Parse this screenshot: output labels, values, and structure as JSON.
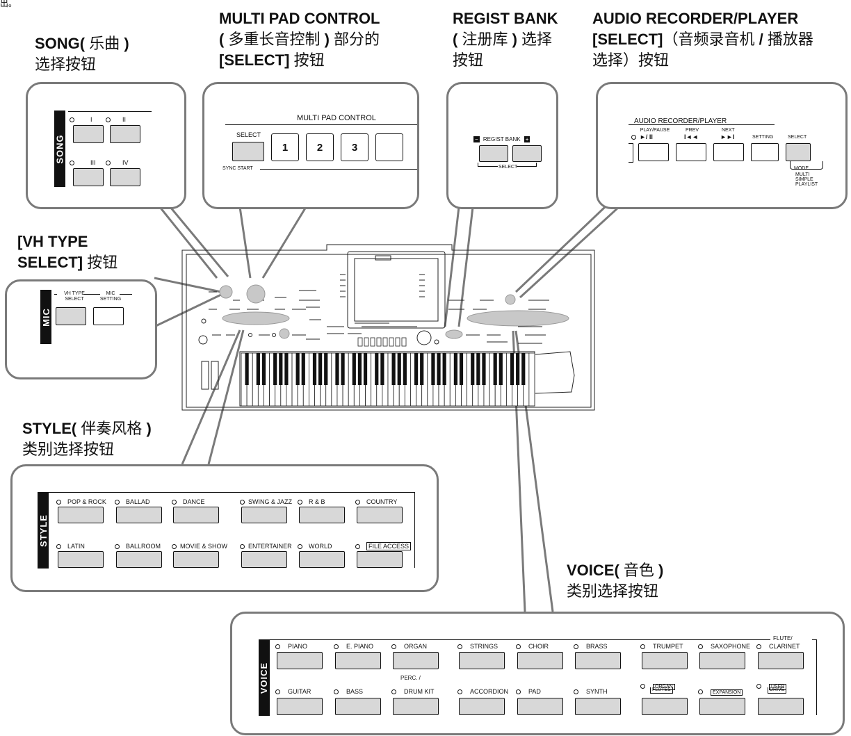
{
  "top_fragment": "出。",
  "captions": {
    "song": {
      "bold": "SONG(",
      "rest": " 乐曲 ",
      "bold2": ")",
      "line2": "选择按钮"
    },
    "multipad": {
      "line1": "MULTI PAD CONTROL",
      "line2_bold": "(",
      "line2_rest": " 多重长音控制 ",
      "line2_bold2": ")",
      "line2_tail": " 部分的",
      "line3_bold": "[SELECT]",
      "line3_rest": " 按钮"
    },
    "regist": {
      "line1": "REGIST BANK",
      "line2_bold": "(",
      "line2_rest": " 注册库 ",
      "line2_bold2": ")",
      "line2_tail": " 选择",
      "line3": "按钮"
    },
    "audio": {
      "line1": "AUDIO RECORDER/PLAYER",
      "line2_bold": "[SELECT]",
      "line2_rest": "（音频录音机 ",
      "line2_bold2": "/",
      "line2_tail": " 播放器",
      "line3": "选择）按钮"
    },
    "vh": {
      "line1": "[VH TYPE",
      "line2_bold": "SELECT]",
      "line2_rest": " 按钮"
    },
    "style": {
      "bold": "STYLE(",
      "rest": " 伴奏风格 ",
      "bold2": ")",
      "line2": "类别选择按钮"
    },
    "voice": {
      "bold": "VOICE(",
      "rest": " 音色 ",
      "bold2": ")",
      "line2": "类别选择按钮"
    }
  },
  "song_panel": {
    "tag": "SONG",
    "labels": [
      "I",
      "II",
      "III",
      "IV"
    ]
  },
  "multipad_panel": {
    "title": "MULTI PAD CONTROL",
    "select": "SELECT",
    "sync": "SYNC START",
    "pads": [
      "1",
      "2",
      "3"
    ]
  },
  "regist_panel": {
    "title": "REGIST BANK",
    "minus": "−",
    "plus": "+",
    "select": "SELECT"
  },
  "audio_panel": {
    "title": "AUDIO RECORDER/PLAYER",
    "play": "PLAY/PAUSE",
    "play_sym": "►/ II",
    "prev": "PREV",
    "prev_sym": "I◄◄",
    "next": "NEXT",
    "next_sym": "►►I",
    "setting": "SETTING",
    "select": "SELECT",
    "mode": "MODE",
    "modes": [
      "MULTI",
      "SIMPLE",
      "PLAYLIST"
    ]
  },
  "mic_panel": {
    "tag": "MIC",
    "vh1": "VH TYPE",
    "vh2": "SELECT",
    "mic1": "MIC",
    "mic2": "SETTING"
  },
  "style_panel": {
    "tag": "STYLE",
    "row1": [
      "POP & ROCK",
      "BALLAD",
      "DANCE",
      "SWING & JAZZ",
      "R & B",
      "COUNTRY"
    ],
    "row2": [
      "LATIN",
      "BALLROOM",
      "MOVIE & SHOW",
      "ENTERTAINER",
      "WORLD",
      "FILE ACCESS"
    ]
  },
  "voice_panel": {
    "tag": "VOICE",
    "row1": [
      "PIANO",
      "E. PIANO",
      "ORGAN",
      "STRINGS",
      "CHOIR",
      "BRASS",
      "TRUMPET",
      "SAXOPHONE",
      "CLARINET"
    ],
    "flute": "FLUTE/",
    "row2": [
      "GUITAR",
      "BASS",
      "DRUM KIT",
      "ACCORDION",
      "PAD",
      "SYNTH",
      "ORGAN",
      "EXPANSION",
      "USER"
    ],
    "perc": "PERC. /",
    "row2b": {
      "organ2": "FLUTES",
      "user2": "DRIVE"
    }
  }
}
